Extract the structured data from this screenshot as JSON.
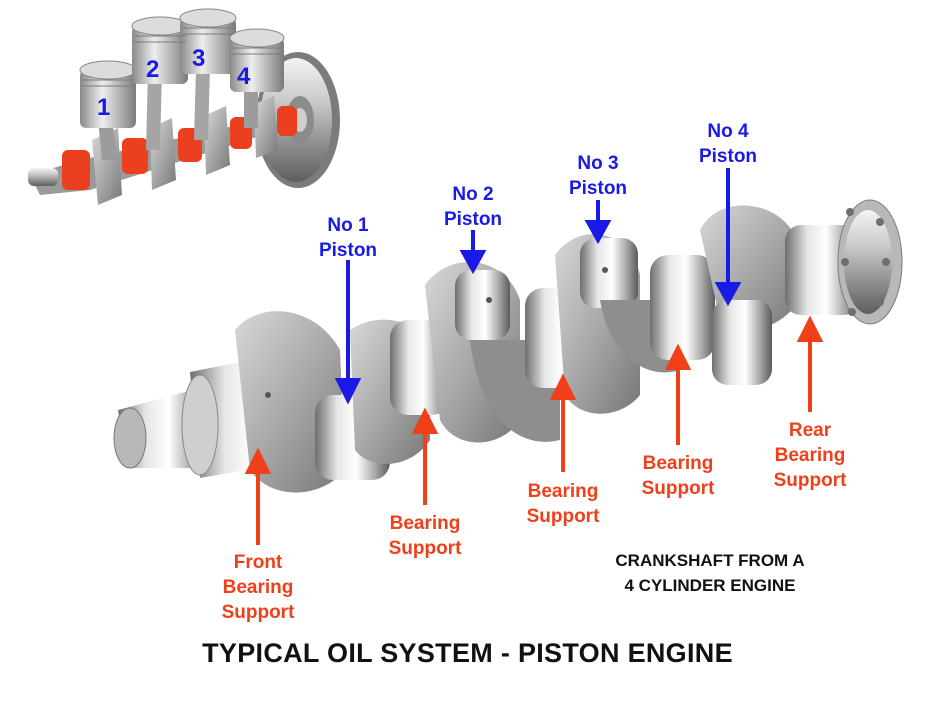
{
  "title": "TYPICAL OIL SYSTEM - PISTON ENGINE",
  "caption": {
    "line1": "CRANKSHAFT FROM A",
    "line2": "4 CYLINDER ENGINE"
  },
  "piston_labels": [
    {
      "line1": "No 1",
      "line2": "Piston"
    },
    {
      "line1": "No 2",
      "line2": "Piston"
    },
    {
      "line1": "No 3",
      "line2": "Piston"
    },
    {
      "line1": "No 4",
      "line2": "Piston"
    }
  ],
  "bearing_labels": [
    {
      "lines": [
        "Front",
        "Bearing",
        "Support"
      ]
    },
    {
      "lines": [
        "Bearing",
        "Support"
      ]
    },
    {
      "lines": [
        "Bearing",
        "Support"
      ]
    },
    {
      "lines": [
        "Bearing",
        "Support"
      ]
    },
    {
      "lines": [
        "Rear",
        "Bearing",
        "Support"
      ]
    }
  ],
  "inset_piston_numbers": [
    "1",
    "2",
    "3",
    "4"
  ],
  "colors": {
    "piston_arrow": "#1a1ae6",
    "bearing_arrow": "#f0401a",
    "text": "#111111"
  }
}
